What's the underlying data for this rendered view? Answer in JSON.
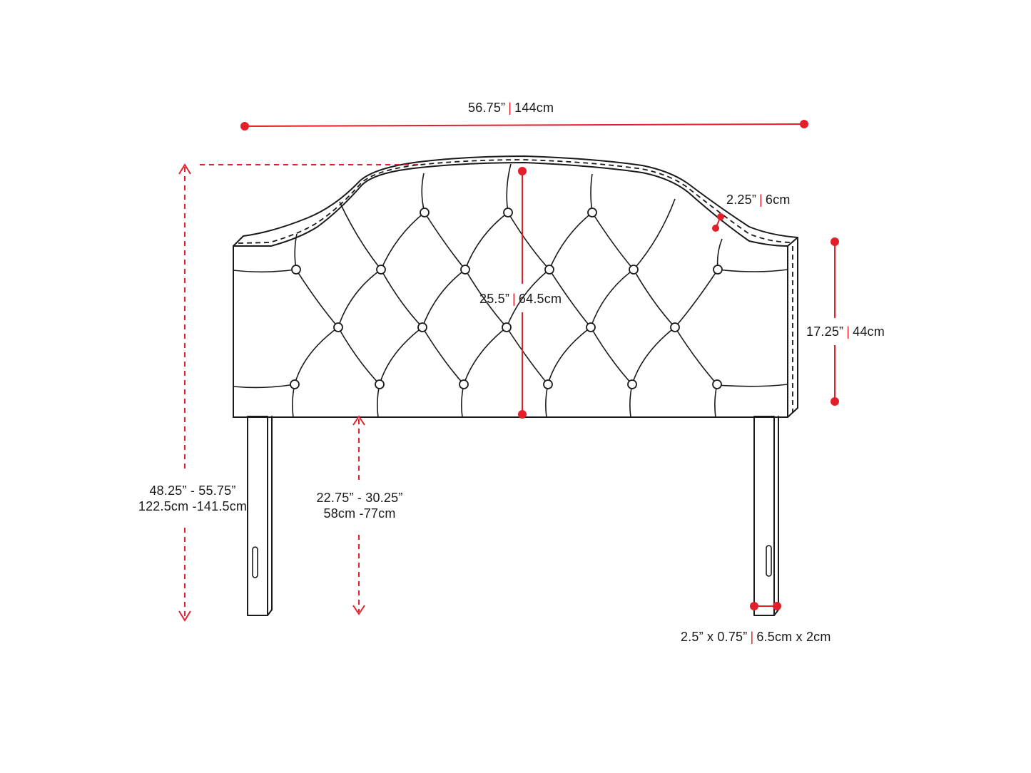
{
  "diagram": {
    "subject": "tufted-headboard",
    "accent_color": "#e3202a",
    "line_color": "#1a1a1a",
    "dimensions": {
      "overall_width": {
        "imperial": "56.75”",
        "separator": "|",
        "metric": "144cm"
      },
      "border_thickness": {
        "imperial": "2.25”",
        "separator": "|",
        "metric": "6cm"
      },
      "panel_height_center": {
        "imperial": "25.5”",
        "separator": "|",
        "metric": "64.5cm"
      },
      "panel_height_side": {
        "imperial": "17.25”",
        "separator": "|",
        "metric": "44cm"
      },
      "overall_height": {
        "line1": "48.25” - 55.75”",
        "line2": "122.5cm -141.5cm"
      },
      "leg_clearance": {
        "line1": "22.75” - 30.25”",
        "line2": "58cm -77cm"
      },
      "leg_size": {
        "imperial": "2.5” x 0.75”",
        "separator": "|",
        "metric": "6.5cm x 2cm"
      }
    }
  }
}
